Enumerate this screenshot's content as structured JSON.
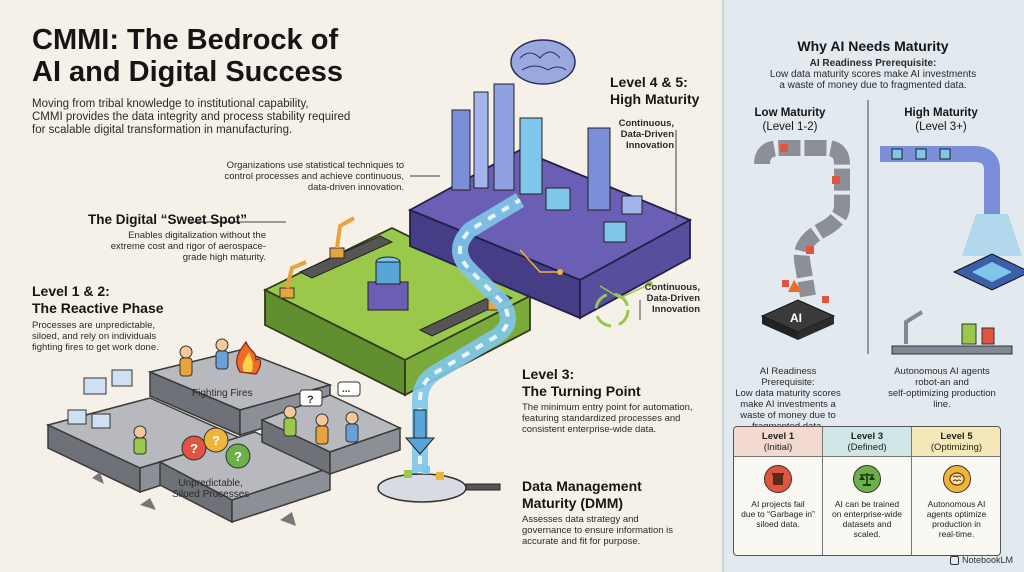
{
  "title": {
    "line1": "CMMI: The Bedrock of",
    "line2": "AI and Digital Success"
  },
  "intro": {
    "line1": "Moving from tribal knowledge to institutional capability,",
    "line2": "CMMI provides the data integrity and process stability required",
    "line3": "for scalable digital transformation in manufacturing."
  },
  "high_maturity": {
    "heading1": "Level 4 & 5:",
    "heading2": "High Maturity",
    "tag1_l1": "Continuous,",
    "tag1_l2": "Data-Driven",
    "tag1_l3": "Innovation",
    "tag2_l1": "Continuous,",
    "tag2_l2": "Data-Driven",
    "tag2_l3": "Innovation"
  },
  "org_stat": {
    "line1": "Organizations use statistical techniques to",
    "line2": "control processes and achieve continuous,",
    "line3": "data-driven innovation."
  },
  "sweet_spot": {
    "heading": "The Digital “Sweet Spot”",
    "line1": "Enables digitalization without the",
    "line2": "extreme cost and rigor of aerospace-",
    "line3": "grade high maturity."
  },
  "reactive": {
    "heading1": "Level 1 & 2:",
    "heading2": "The Reactive Phase",
    "line1": "Processes are unpredictable,",
    "line2": "siloed, and rely on individuals",
    "line3": "fighting fires to get work done.",
    "fighting_fires": "Fighting Fires",
    "siloed_l1": "Unpredictable,",
    "siloed_l2": "Siloed Processes"
  },
  "turning_point": {
    "heading1": "Level 3:",
    "heading2": "The Turning Point",
    "line1": "The minimum entry point for automation,",
    "line2": "featuring standardized processes and",
    "line3": "consistent enterprise-wide data."
  },
  "dmm": {
    "heading1": "Data Management",
    "heading2": "Maturity (DMM)",
    "line1": "Assesses data strategy and",
    "line2": "governance to ensure information is",
    "line3": "accurate and fit for purpose."
  },
  "why_ai": {
    "heading": "Why AI Needs Maturity",
    "sub_heading": "AI Readiness Prerequisite:",
    "sub_line1": "Low data maturity scores make AI investments",
    "sub_line2": "a waste of money due to fragmented data.",
    "low_label1": "Low Maturity",
    "low_label2": "(Level 1-2)",
    "high_label1": "High Maturity",
    "high_label2": "(Level 3+)",
    "chip_label": "AI",
    "low_caption_heading": "AI Readiness Prerequisite:",
    "low_caption_l1": "Low data maturity scores",
    "low_caption_l2": "make AI investments a",
    "low_caption_l3": "waste of money due to",
    "low_caption_l4": "fragmented data.",
    "high_caption_l1": "Autonomous AI agents",
    "high_caption_l2": "robot-an and",
    "high_caption_l3": "self-optimizing production",
    "high_caption_l4": "line."
  },
  "table": {
    "cols": [
      {
        "h1": "Level 1",
        "h2": "(Initial)",
        "b1": "AI projects fail",
        "b2": "due to “Garbage in”",
        "b3": "siloed data.",
        "b4": "",
        "color": "#f3d9cf",
        "icon_bg": "#e0553f",
        "icon": "bin-icon"
      },
      {
        "h1": "Level 3",
        "h2": "(Defined)",
        "b1": "AI can be trained",
        "b2": "on enterprise-wide",
        "b3": "datasets and",
        "b4": "scaled.",
        "color": "#cfe6e6",
        "icon_bg": "#6bb04a",
        "icon": "scales-icon"
      },
      {
        "h1": "Level 5",
        "h2": "(Optimizing)",
        "b1": "Autonomous AI",
        "b2": "agents optimize",
        "b3": "production in",
        "b4": "real-time.",
        "color": "#f5e8b8",
        "icon_bg": "#f0b43a",
        "icon": "brain-icon"
      }
    ]
  },
  "brand": "NotebookLM",
  "colors": {
    "left_bg": "#f6f1e8",
    "right_bg": "#e2e9ef",
    "high_platform": "#6a5fb4",
    "mid_platform": "#9ac84a",
    "low_platform": "#8d8f96",
    "data_stream": "#7fc7ea",
    "fire": "#f06a2a"
  }
}
